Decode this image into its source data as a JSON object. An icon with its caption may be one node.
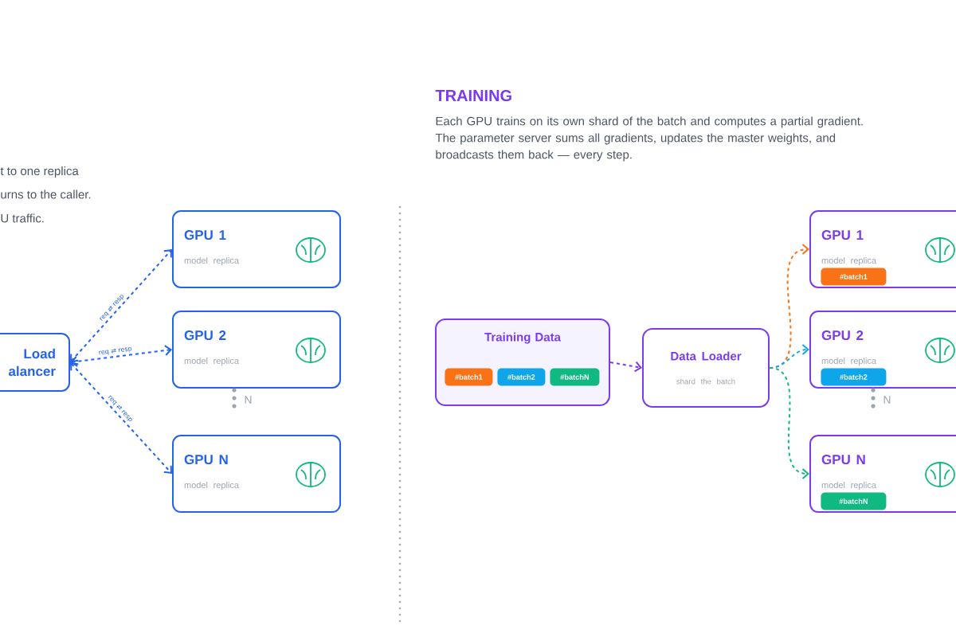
{
  "diagram": {
    "nodes": [
      {
        "text": [
          "Load alancer"
        ]
      },
      {
        "text": [
          "GPU 1",
          "model replica"
        ]
      },
      {
        "text": [
          "GPU 2",
          "model replica"
        ]
      },
      {
        "text": [
          "GPU N",
          "model replica"
        ]
      },
      {
        "text": [
          "Training Data"
        ]
      },
      {
        "text": [
          "#batch1"
        ],
        "in": 4
      },
      {
        "text": [
          "#batch2"
        ],
        "in": 4
      },
      {
        "text": [
          "#batchN"
        ],
        "in": 4
      },
      {
        "text": [
          "Data Loader",
          "shard the batch"
        ]
      },
      {
        "text": [
          "GPU 1",
          "model replica"
        ]
      },
      {
        "text": [
          "#batch1"
        ],
        "in": 9
      },
      {
        "text": [
          "GPU 2",
          "model replica"
        ]
      },
      {
        "text": [
          "#batch2"
        ],
        "in": 11
      },
      {
        "text": [
          "GPU N",
          "model replica"
        ]
      },
      {
        "text": [
          "#batchN"
        ],
        "in": 13
      }
    ],
    "edges": [
      {
        "from": 0,
        "to": 1,
        "arrow": "both",
        "label": "req ⇄ resp",
        "style": "dashed",
        "color": "#2563eb"
      },
      {
        "from": 0,
        "to": 2,
        "arrow": "both",
        "label": "req ⇄ resp",
        "style": "dashed",
        "color": "#2563eb"
      },
      {
        "from": 0,
        "to": 3,
        "arrow": "both",
        "label": "req ⇄ resp",
        "style": "dashed",
        "color": "#2563eb"
      },
      {
        "from": 4,
        "to": 8,
        "arrow": "to",
        "style": "dashed",
        "color": "#7c3aed"
      },
      {
        "from": 8,
        "to": 9,
        "arrow": "to",
        "style": "dashed",
        "color": "#f97316"
      },
      {
        "from": 8,
        "to": 11,
        "arrow": "to",
        "style": "dashed",
        "color": "#0ea5e9"
      },
      {
        "from": 8,
        "to": 13,
        "arrow": "to",
        "style": "dashed",
        "color": "#10b981"
      }
    ],
    "labels": [
      "t to one replica",
      "urns to the caller.",
      "U traffic.",
      "TRAINING",
      "Each GPU trains on its own shard of the batch and computes a partial gradient. The parameter server sums all gradients, updates the master weights, and broadcasts them back — every step.",
      "N",
      "N"
    ]
  }
}
